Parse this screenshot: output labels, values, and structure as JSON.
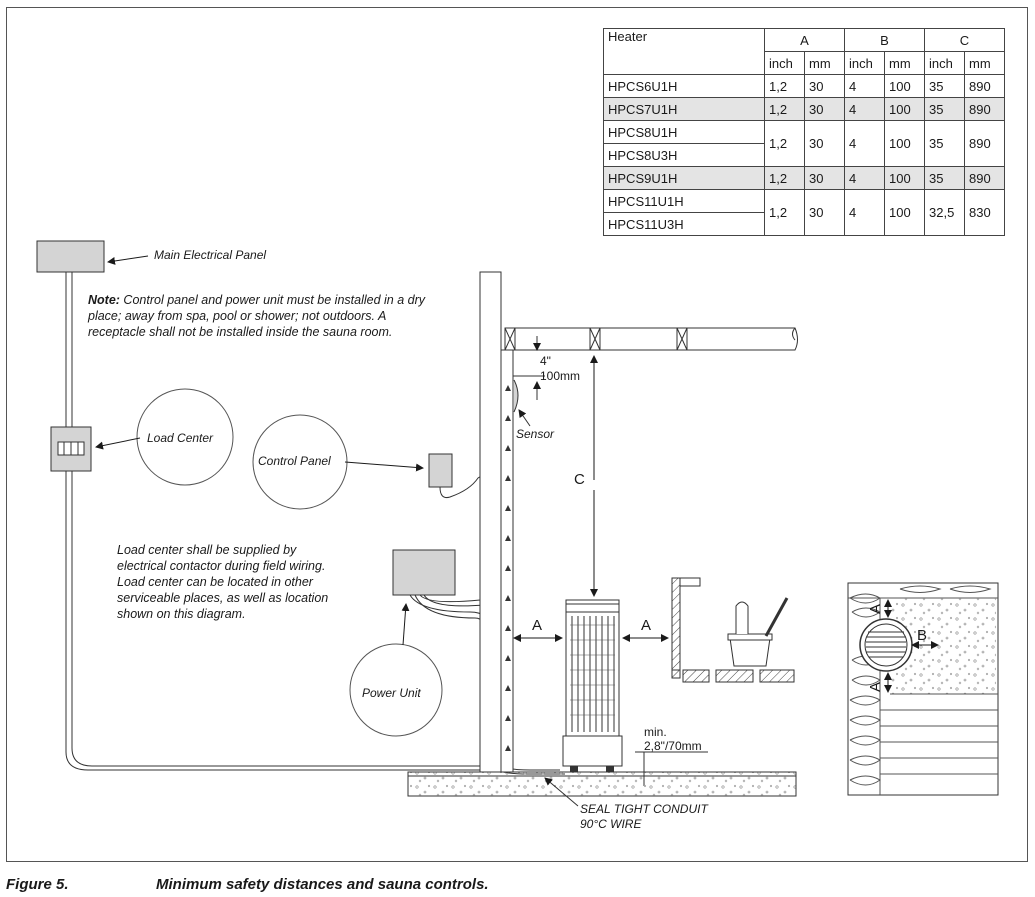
{
  "table": {
    "header": {
      "heater": "Heater",
      "groups": [
        "A",
        "B",
        "C"
      ],
      "units": [
        "inch",
        "mm",
        "inch",
        "mm",
        "inch",
        "mm"
      ]
    },
    "rows": [
      {
        "models": [
          "HPCS6U1H"
        ],
        "values": [
          "1,2",
          "30",
          "4",
          "100",
          "35",
          "890"
        ],
        "shaded": false
      },
      {
        "models": [
          "HPCS7U1H"
        ],
        "values": [
          "1,2",
          "30",
          "4",
          "100",
          "35",
          "890"
        ],
        "shaded": true
      },
      {
        "models": [
          "HPCS8U1H",
          "HPCS8U3H"
        ],
        "values": [
          "1,2",
          "30",
          "4",
          "100",
          "35",
          "890"
        ],
        "shaded": false
      },
      {
        "models": [
          "HPCS9U1H"
        ],
        "values": [
          "1,2",
          "30",
          "4",
          "100",
          "35",
          "890"
        ],
        "shaded": true
      },
      {
        "models": [
          "HPCS11U1H",
          "HPCS11U3H"
        ],
        "values": [
          "1,2",
          "30",
          "4",
          "100",
          "32,5",
          "830"
        ],
        "shaded": false
      }
    ]
  },
  "labels": {
    "main_panel": "Main Electrical Panel",
    "load_center": "Load Center",
    "control_panel": "Control Panel",
    "power_unit": "Power Unit",
    "sensor": "Sensor",
    "dim_4in": "4\"",
    "dim_100mm": "100mm",
    "c": "C",
    "a_left": "A",
    "a_right": "A",
    "min": "min.",
    "min_value": "2,8\"/70mm",
    "conduit_1": "SEAL TIGHT CONDUIT",
    "conduit_2": "90°C WIRE",
    "inset_a_top": "A",
    "inset_b": "B",
    "inset_a_bottom": "A"
  },
  "note": {
    "bold": "Note:",
    "text": " Control panel and power unit must be installed in a dry place; away from spa, pool or shower; not outdoors. A receptacle shall not be installed inside the sauna room."
  },
  "load_center_note": "Load center shall be supplied by electrical contactor during field wiring. Load center can be located in other serviceable places, as well as location shown on this diagram.",
  "caption": {
    "figure": "Figure 5.",
    "title": "Minimum safety distances and sauna controls."
  }
}
